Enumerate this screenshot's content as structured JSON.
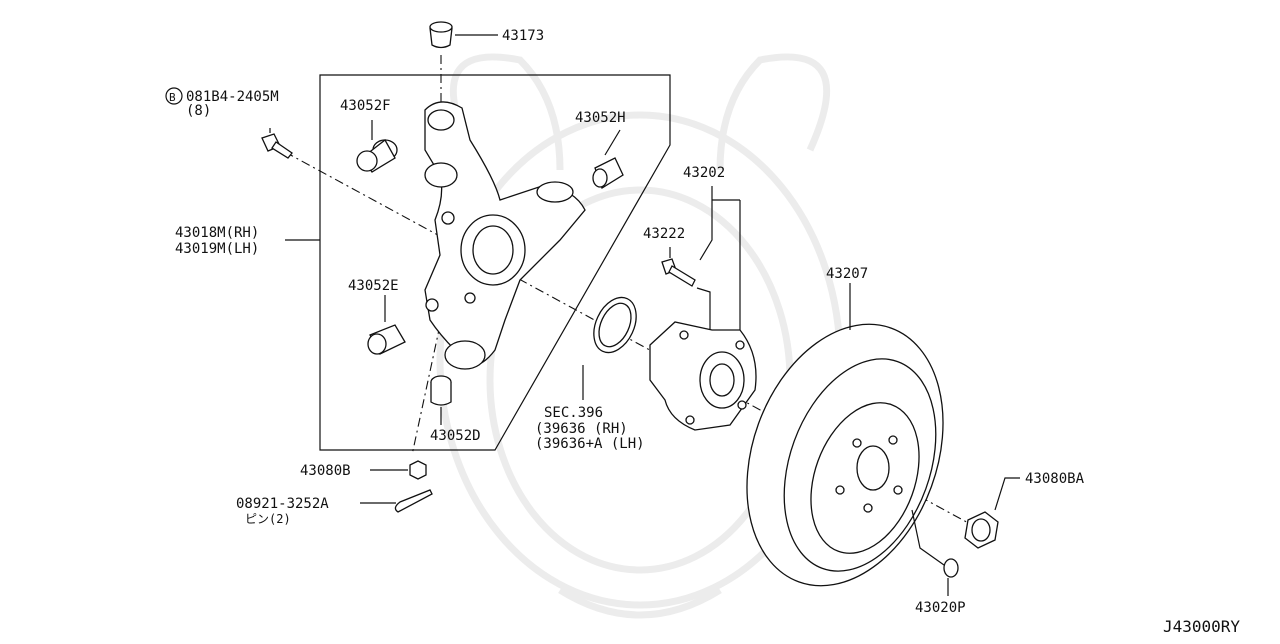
{
  "diagram_code": "J43000RY",
  "labels": {
    "p43173": "43173",
    "bolt_code": "081B4-2405M",
    "bolt_qty": "(8)",
    "bolt_circle": "B",
    "p43052F": "43052F",
    "p43052H": "43052H",
    "p43018M": "43018M(RH)",
    "p43019M": "43019M(LH)",
    "p43052E": "43052E",
    "p43052D": "43052D",
    "p43080B": "43080B",
    "pin_code": "08921-3252A",
    "pin_note": "ピン(2)",
    "p43202": "43202",
    "p43222": "43222",
    "sec396": "SEC.396",
    "p39636": "(39636    (RH)",
    "p39636A": "(39636+A (LH)",
    "p43207": "43207",
    "p43080BA": "43080BA",
    "p43020P": "43020P"
  }
}
